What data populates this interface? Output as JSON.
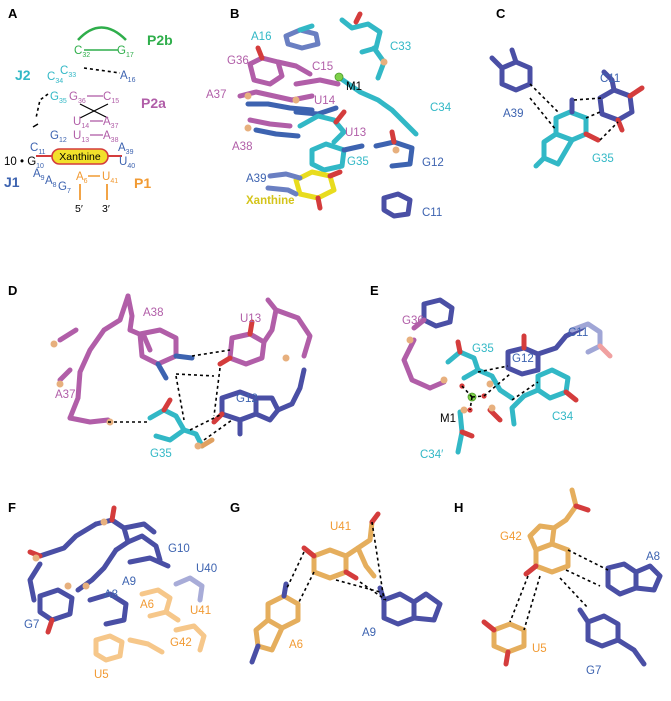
{
  "colors": {
    "blue": "#3d63b0",
    "cyan": "#32b8c6",
    "pink": "#b15ea8",
    "orange": "#f19a33",
    "green": "#2fae4b",
    "xanthine_fill": "#f2e12b",
    "xanthine_border": "#d43c3c",
    "red_o": "#d43c3c",
    "navy": "#4a4fa5",
    "tan": "#e5ae5d",
    "phosphate": "#e7b07e"
  },
  "panels": {
    "A": "A",
    "B": "B",
    "C": "C",
    "D": "D",
    "E": "E",
    "F": "F",
    "G": "G",
    "H": "H"
  },
  "panelA": {
    "c32": "C",
    "c32sub": "32",
    "g17": "G",
    "g17sub": "17",
    "p2b": "P2b",
    "c33": "C",
    "c33sub": "33",
    "a16": "A",
    "a16sub": "16",
    "j2": "J2",
    "c34": "C",
    "c34sub": "34",
    "g35": "G",
    "g35sub": "35",
    "g36": "G",
    "g36sub": "36",
    "c15": "C",
    "c15sub": "15",
    "p2a": "P2a",
    "u14": "U",
    "u14sub": "14",
    "a37": "A",
    "a37sub": "37",
    "g12": "G",
    "g12sub": "12",
    "u13": "U",
    "u13sub": "13",
    "a38": "A",
    "a38sub": "38",
    "c11": "C",
    "c11sub": "11",
    "a39": "A",
    "a39sub": "39",
    "ten_g10": "10 • G",
    "g10sub": "10",
    "xanthine": "Xanthine",
    "u40": "U",
    "u40sub": "40",
    "a9": "A",
    "a9sub": "9",
    "a8": "A",
    "a8sub": "8",
    "j1": "J1",
    "a6": "A",
    "a6sub": "6",
    "u41": "U",
    "u41sub": "41",
    "g7": "G",
    "g7sub": "7",
    "p1": "P1",
    "five": "5′",
    "three": "3′"
  },
  "panelB": {
    "a16": "A16",
    "c33": "C33",
    "g36": "G36",
    "c15": "C15",
    "m1": "M1",
    "a37": "A37",
    "u14": "U14",
    "c34": "C34",
    "u13": "U13",
    "a38": "A38",
    "g35": "G35",
    "g12": "G12",
    "a39": "A39",
    "xanthine": "Xanthine",
    "c11": "C11"
  },
  "panelC": {
    "c11": "C11",
    "a39": "A39",
    "g35": "G35"
  },
  "panelD": {
    "a38": "A38",
    "u13": "U13",
    "a37": "A37",
    "g12": "G12",
    "g35": "G35"
  },
  "panelE": {
    "g36": "G36",
    "c11": "C11",
    "g35": "G35",
    "g12": "G12",
    "m1": "M1",
    "c34": "C34",
    "c34p": "C34′"
  },
  "panelF": {
    "g10": "G10",
    "u40": "U40",
    "a9": "A9",
    "a8": "A8",
    "a6": "A6",
    "u41": "U41",
    "g7": "G7",
    "g42": "G42",
    "u5": "U5"
  },
  "panelG": {
    "u41": "U41",
    "a6": "A6",
    "a9": "A9"
  },
  "panelH": {
    "g42": "G42",
    "a8": "A8",
    "u5": "U5",
    "g7": "G7"
  }
}
